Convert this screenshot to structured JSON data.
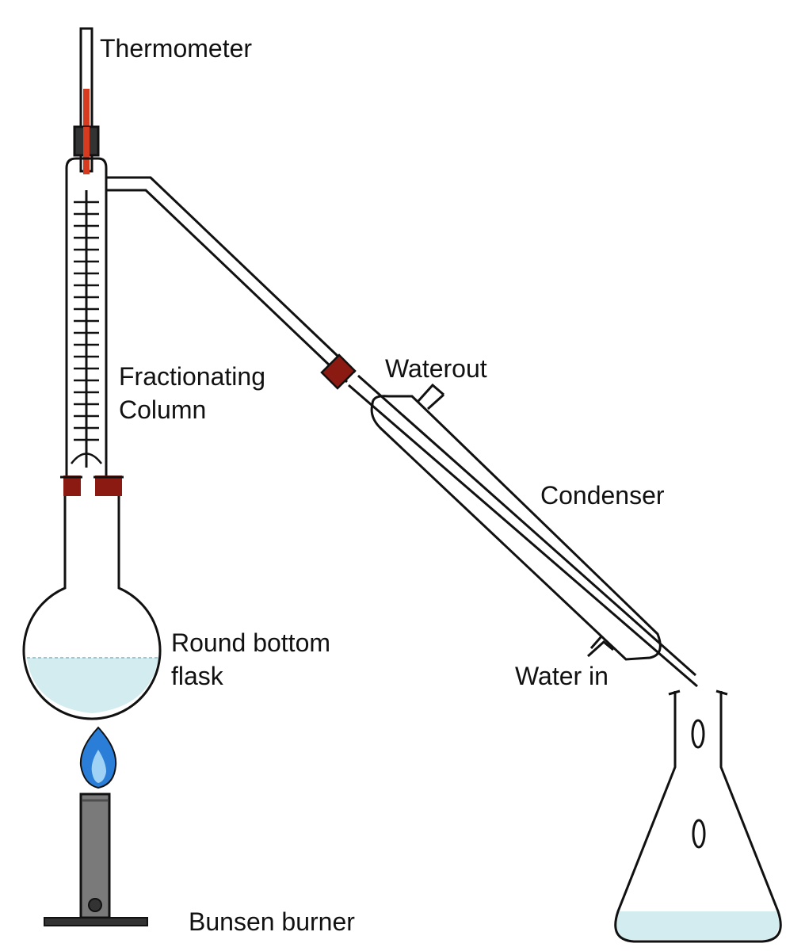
{
  "labels": {
    "thermometer": "Thermometer",
    "fractionating_line1": "Fractionating",
    "fractionating_line2": "Column",
    "water_out": "Waterout",
    "condenser": "Condenser",
    "flask_line1": "Round bottom",
    "flask_line2": "flask",
    "water_in": "Water in",
    "bunsen": "Bunsen burner"
  },
  "colors": {
    "outline": "#111111",
    "liquid": "#d3ecf0",
    "stopper": "#8b1a12",
    "mercury": "#d63a1f",
    "flame_outer": "#2a7ed8",
    "flame_inner": "#9fd2f5",
    "burner": "#7a7a7a"
  }
}
